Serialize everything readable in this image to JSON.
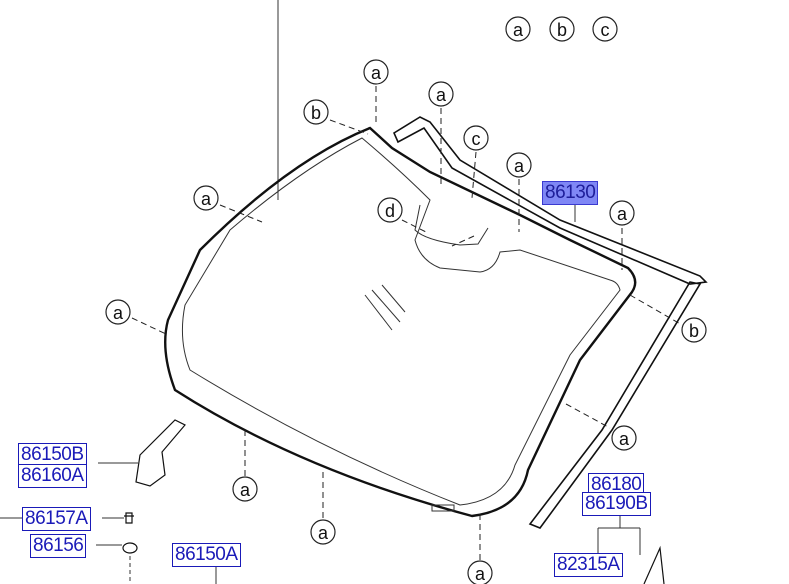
{
  "parts": {
    "p86130": "86130",
    "p86150B": "86150B",
    "p86160A": "86160A",
    "p86157A": "86157A",
    "p86156": "86156",
    "p86150A": "86150A",
    "p86180": "86180",
    "p86190B": "86190B",
    "p82315A": "82315A"
  },
  "callouts": {
    "a": "a",
    "b": "b",
    "c": "c",
    "d": "d"
  },
  "colors": {
    "label_blue": "#1a1ab8",
    "highlight_fill": "#7f87f5"
  }
}
